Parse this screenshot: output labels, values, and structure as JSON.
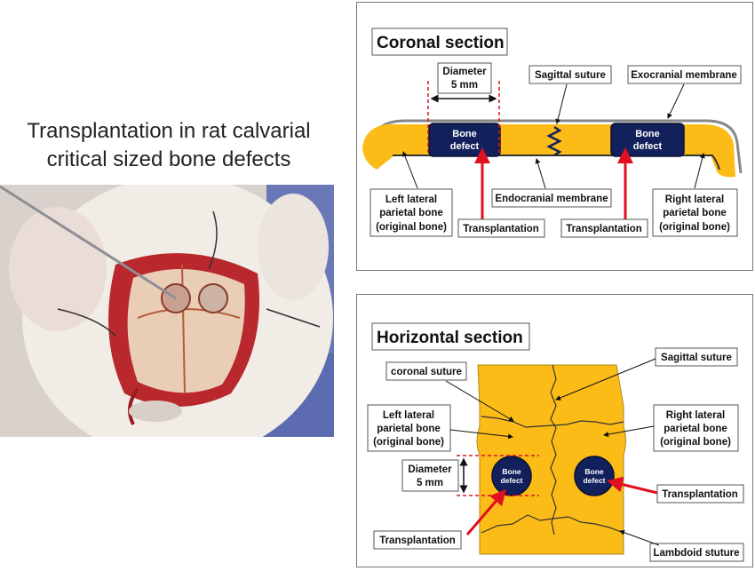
{
  "title": {
    "line1": "Transplantation in rat calvarial",
    "line2": "critical sized bone defects"
  },
  "photo": {
    "subject": "rat-calvaria-surgical-photo"
  },
  "coronal": {
    "title": "Coronal section",
    "diameter_line1": "Diameter",
    "diameter_line2": "5 mm",
    "sagittal_suture": "Sagittal suture",
    "exocranial": "Exocranial membrane",
    "endocranial": "Endocranial membrane",
    "defect_line1": "Bone",
    "defect_line2": "defect",
    "left_line1": "Left lateral",
    "left_line2": "parietal bone",
    "left_line3": "(original bone)",
    "right_line1": "Right lateral",
    "right_line2": "parietal bone",
    "right_line3": "(original bone)",
    "transplantation": "Transplantation"
  },
  "horizontal": {
    "title": "Horizontal section",
    "coronal_suture": "coronal suture",
    "sagittal_suture": "Sagittal suture",
    "left_line1": "Left lateral",
    "left_line2": "parietal bone",
    "left_line3": "(original bone)",
    "right_line1": "Right lateral",
    "right_line2": "parietal bone",
    "right_line3": "(original bone)",
    "diameter_line1": "Diameter",
    "diameter_line2": "5 mm",
    "defect_line1": "Bone",
    "defect_line2": "defect",
    "transplantation": "Transplantation",
    "lambdoid": "Lambdoid stuture"
  },
  "colors": {
    "bone": "#fbbc18",
    "defect": "#12205c",
    "arrow": "#e01020",
    "membrane": "#888888"
  }
}
